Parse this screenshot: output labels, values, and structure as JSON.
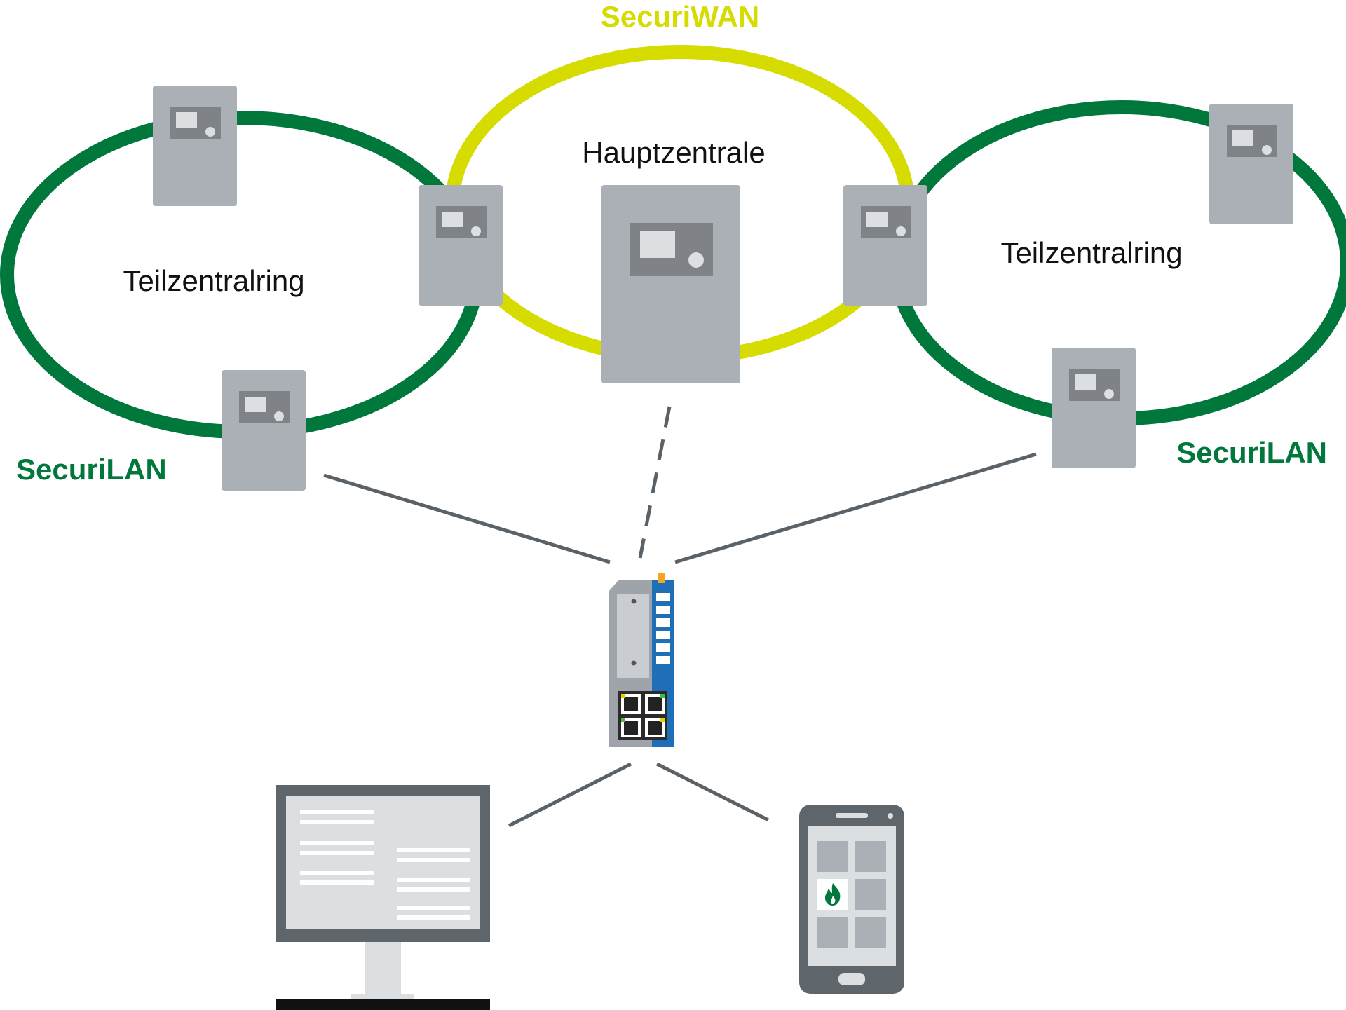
{
  "labels": {
    "wan": "SecuriWAN",
    "main_panel": "Hauptzentrale",
    "sub_ring_left": "Teilzentralring",
    "sub_ring_right": "Teilzentralring",
    "lan_left": "SecuriLAN",
    "lan_right": "SecuriLAN"
  },
  "colors": {
    "wan": "#d6db00",
    "lan": "#00783c",
    "panel": "#aab0b6",
    "panel_screen": "#7f8387",
    "line": "#5a6268",
    "switch_blue": "#1e6fb8"
  },
  "icons": {
    "panels": "fire-alarm-panel-icon",
    "switch": "network-switch-icon",
    "workstation": "desktop-monitor-icon",
    "phone": "smartphone-icon",
    "flame": "flame-icon"
  }
}
